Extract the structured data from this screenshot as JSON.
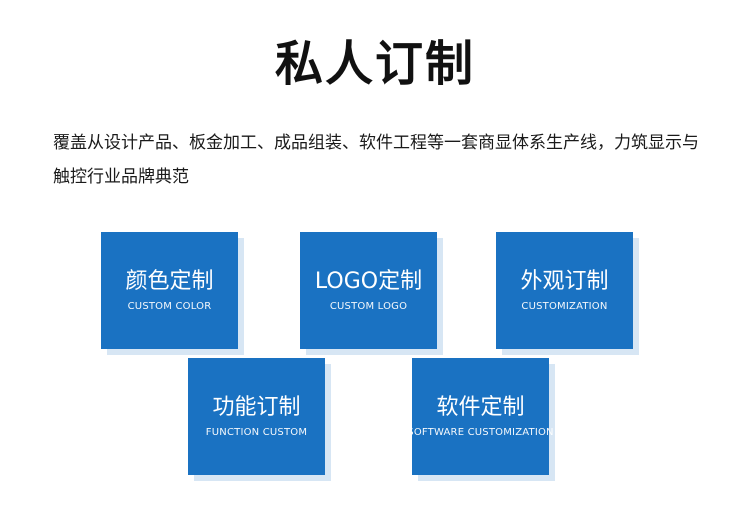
{
  "page": {
    "title": "私人订制",
    "description": "覆盖从设计产品、板金加工、成品组装、软件工程等一套商显体系生产线，力筑显示与触控行业品牌典范"
  },
  "colors": {
    "card_bg": "#1a72c2",
    "card_shadow": "#d7e6f4",
    "title": "#111111"
  },
  "cards": [
    {
      "title": "颜色定制",
      "subtitle": "CUSTOM COLOR"
    },
    {
      "title": "LOGO定制",
      "subtitle": "CUSTOM LOGO"
    },
    {
      "title": "外观订制",
      "subtitle": "CUSTOMIZATION"
    },
    {
      "title": "功能订制",
      "subtitle": "FUNCTION CUSTOM"
    },
    {
      "title": "软件定制",
      "subtitle": "SOFTWARE CUSTOMIZATION"
    }
  ]
}
